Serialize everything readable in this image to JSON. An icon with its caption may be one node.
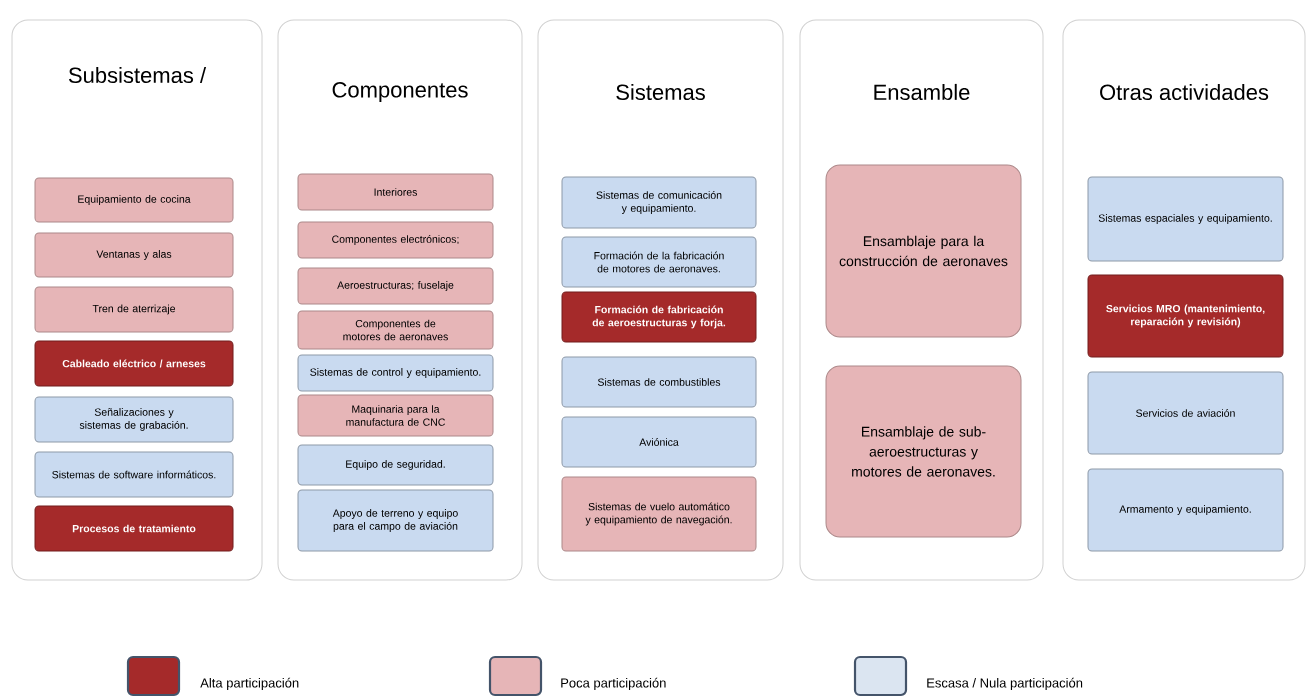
{
  "diagram": {
    "nodes": [
      {
        "text": [
          "Subsistemas /"
        ]
      },
      {
        "text": [
          "Equipamiento de cocina"
        ],
        "in": 0
      },
      {
        "text": [
          "Ventanas y alas"
        ],
        "in": 0
      },
      {
        "text": [
          "Tren de aterrizaje"
        ],
        "in": 0
      },
      {
        "text": [
          "Cableado eléctrico / arneses"
        ],
        "in": 0
      },
      {
        "text": [
          "Señalizaciones y sistemas de grabación."
        ],
        "in": 0
      },
      {
        "text": [
          "Sistemas de software informáticos."
        ],
        "in": 0
      },
      {
        "text": [
          "Procesos de tratamiento"
        ],
        "in": 0
      },
      {
        "text": [
          "Componentes"
        ]
      },
      {
        "text": [
          "Interiores"
        ],
        "in": 8
      },
      {
        "text": [
          "Componentes electrónicos;"
        ],
        "in": 8
      },
      {
        "text": [
          "Aeroestructuras; fuselaje"
        ],
        "in": 8
      },
      {
        "text": [
          "Componentes de motores de aeronaves"
        ],
        "in": 8
      },
      {
        "text": [
          "Sistemas de control y equipamiento."
        ],
        "in": 8
      },
      {
        "text": [
          "Maquinaria para la manufactura de CNC"
        ],
        "in": 8
      },
      {
        "text": [
          "Equipo de seguridad."
        ],
        "in": 8
      },
      {
        "text": [
          "Apoyo de terreno y equipo para el campo de aviación"
        ],
        "in": 8
      },
      {
        "text": [
          "Sistemas"
        ]
      },
      {
        "text": [
          "Sistemas de comunicación y equipamiento."
        ],
        "in": 17
      },
      {
        "text": [
          "Formación de la fabricación de motores de aeronaves."
        ],
        "in": 17
      },
      {
        "text": [
          "Formación de fabricación de aeroestructuras y forja."
        ],
        "in": 17
      },
      {
        "text": [
          "Sistemas de combustibles"
        ],
        "in": 17
      },
      {
        "text": [
          "Aviónica"
        ],
        "in": 17
      },
      {
        "text": [
          "Sistemas de vuelo automático y equipamiento de navegación."
        ],
        "in": 17
      },
      {
        "text": [
          "Ensamble"
        ]
      },
      {
        "text": [
          "Ensamblaje para la construcción de aeronaves"
        ],
        "in": 24
      },
      {
        "text": [
          "Ensamblaje de sub-aeroestructuras y motores de aeronaves."
        ],
        "in": 24
      },
      {
        "text": [
          "Otras actividades"
        ]
      },
      {
        "text": [
          "Sistemas espaciales y equipamiento."
        ],
        "in": 27
      },
      {
        "text": [
          "Servicios MRO (mantenimiento, reparación y revisión)"
        ],
        "in": 27
      },
      {
        "text": [
          "Servicios de aviación"
        ],
        "in": 27
      },
      {
        "text": [
          "Armamento y equipamiento."
        ],
        "in": 27
      }
    ],
    "edges": [],
    "legend": [
      {
        "text": "Alta participación",
        "color": "#a52a2a"
      },
      {
        "text": "Poca participación",
        "color": "#e6b5b7"
      },
      {
        "text": "Escasa / Nula participación",
        "color": "#dbe5f1"
      }
    ]
  }
}
